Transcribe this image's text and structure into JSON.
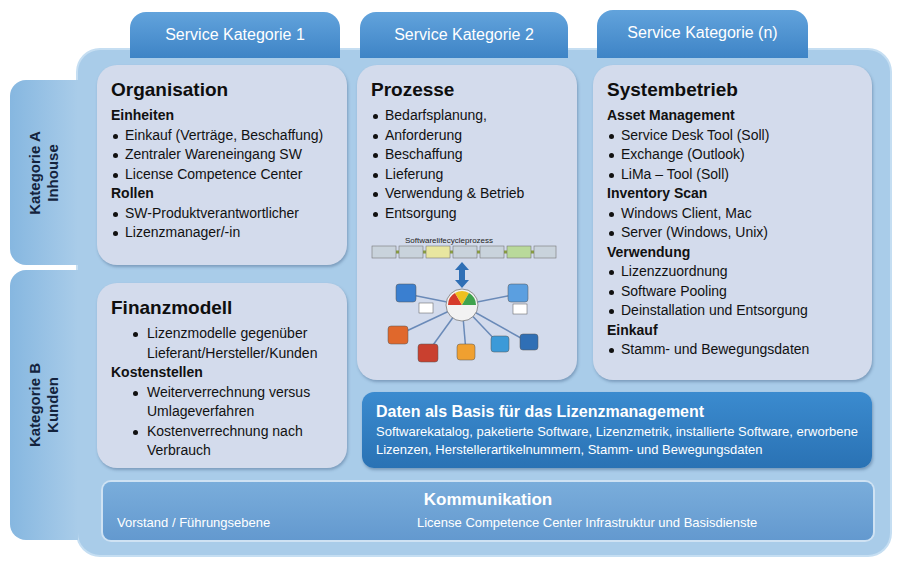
{
  "diagram": {
    "nodes": [
      {
        "text": [
          "Service Kategorie 1"
        ]
      },
      {
        "text": [
          "Service Kategorie 2"
        ]
      },
      {
        "text": [
          "Service Kategorie (n)"
        ]
      },
      {
        "text": [
          "Kategorie A Inhouse"
        ]
      },
      {
        "text": [
          "Kategorie B Kunden"
        ]
      },
      {
        "text": [
          "Organisation",
          "Einheiten",
          "Einkauf (Verträge, Beschaffung)",
          "Zentraler Wareneingang SW",
          "License Competence Center",
          "Rollen",
          "SW-Produktverantwortlicher",
          "Lizenzmanager/-in"
        ]
      },
      {
        "text": [
          "Prozesse",
          "Bedarfsplanung,",
          "Anforderung",
          "Beschaffung",
          "Lieferung",
          "Verwendung & Betrieb",
          "Entsorgung"
        ]
      },
      {
        "text": [
          "Systembetrieb",
          "Asset Management",
          "Service Desk Tool (Soll)",
          "Exchange (Outlook)",
          "LiMa – Tool (Soll)",
          "Inventory Scan",
          "Windows Client, Mac",
          "Server (Windows, Unix)",
          "Verwendung",
          "Lizenzzuordnung",
          "Software Pooling",
          "Deinstallation  und Entsorgung",
          "Einkauf",
          "Stamm- und Bewegungsdaten"
        ]
      },
      {
        "text": [
          "Finanzmodell",
          "Lizenzmodelle gegenüber Lieferant/Hersteller/Kunden",
          "Kostenstellen",
          "Weiterverrechnung versus Umlageverfahren",
          "Kostenverrechnung nach Verbrauch"
        ]
      },
      {
        "text": [
          "Daten als Basis für das Lizenzmanagement",
          "Softwarekatalog, paketierte Software, Lizenzmetrik, installierte Software, erworbene Lizenzen, Herstellerartikelnummern, Stamm- und Bewegungsdaten"
        ]
      },
      {
        "text": [
          "Kommunikation",
          "Vorstand / Führungsebene",
          "License Competence Center  Infrastruktur und Basisdienste"
        ]
      }
    ],
    "labels": [
      "Softwarelifecycleprozess"
    ]
  }
}
